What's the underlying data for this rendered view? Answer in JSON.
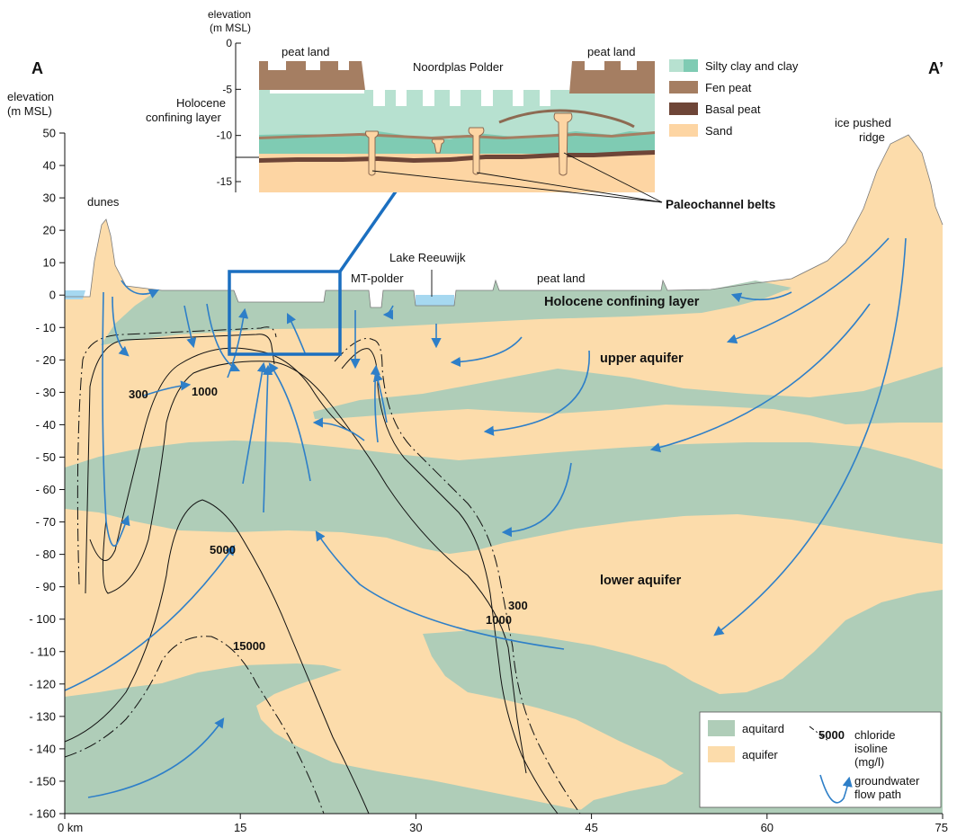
{
  "section": {
    "start_label": "A",
    "end_label": "A’",
    "y_axis_title_1": "elevation",
    "y_axis_title_2": "(m MSL)",
    "y_ticks": [
      "50",
      "40",
      "30",
      "20",
      "10",
      "0",
      "- 10",
      "- 20",
      "- 30",
      "- 40",
      "- 50",
      "- 60",
      "- 70",
      "- 80",
      "- 90",
      "- 100",
      "- 110",
      "- 120",
      "- 130",
      "- 140",
      "- 150",
      "- 160"
    ],
    "x_ticks": [
      "0 km",
      "15",
      "30",
      "45",
      "60",
      "75"
    ]
  },
  "features": {
    "dunes": "dunes",
    "ice_pushed_1": "ice pushed",
    "ice_pushed_2": "ridge",
    "lake": "Lake Reeuwijk",
    "mt_polder": "MT-polder",
    "peat_land": "peat land",
    "holocene": "Holocene confining layer",
    "upper_aquifer": "upper aquifer",
    "lower_aquifer": "lower aquifer"
  },
  "isolines": {
    "l300_left": "300",
    "l1000_left": "1000",
    "l5000": "5000",
    "l15000": "15000",
    "l300_right": "300",
    "l1000_right": "1000"
  },
  "inset": {
    "elev_title_1": "elevation",
    "elev_title_2": "(m MSL)",
    "ticks": [
      "0",
      "-5",
      "-10",
      "-15"
    ],
    "peat_left": "peat land",
    "peat_right": "peat land",
    "polder": "Noordplas Polder",
    "holocene_1": "Holocene",
    "holocene_2": "confining layer",
    "paleochannel": "Paleochannel belts",
    "legend": [
      {
        "label": "Silty clay and clay",
        "color": "#b7e1d0"
      },
      {
        "label": "Fen peat",
        "color": "#a57e62"
      },
      {
        "label": "Basal peat",
        "color": "#6e4537"
      },
      {
        "label": "Sand",
        "color": "#fdd5a3"
      }
    ]
  },
  "legend": {
    "aquitard": "aquitard",
    "aquifer": "aquifer",
    "isoline_value": "5000",
    "isoline_1": "chloride",
    "isoline_2": "isoline",
    "isoline_3": "(mg/l)",
    "flow_1": "groundwater",
    "flow_2": "flow path"
  },
  "colors": {
    "aquitard": "#afcdb8",
    "aquifer": "#fcdcab",
    "flow": "#2e7fc8",
    "water": "#a6d8f0",
    "highlight": "#1b6fc0"
  }
}
